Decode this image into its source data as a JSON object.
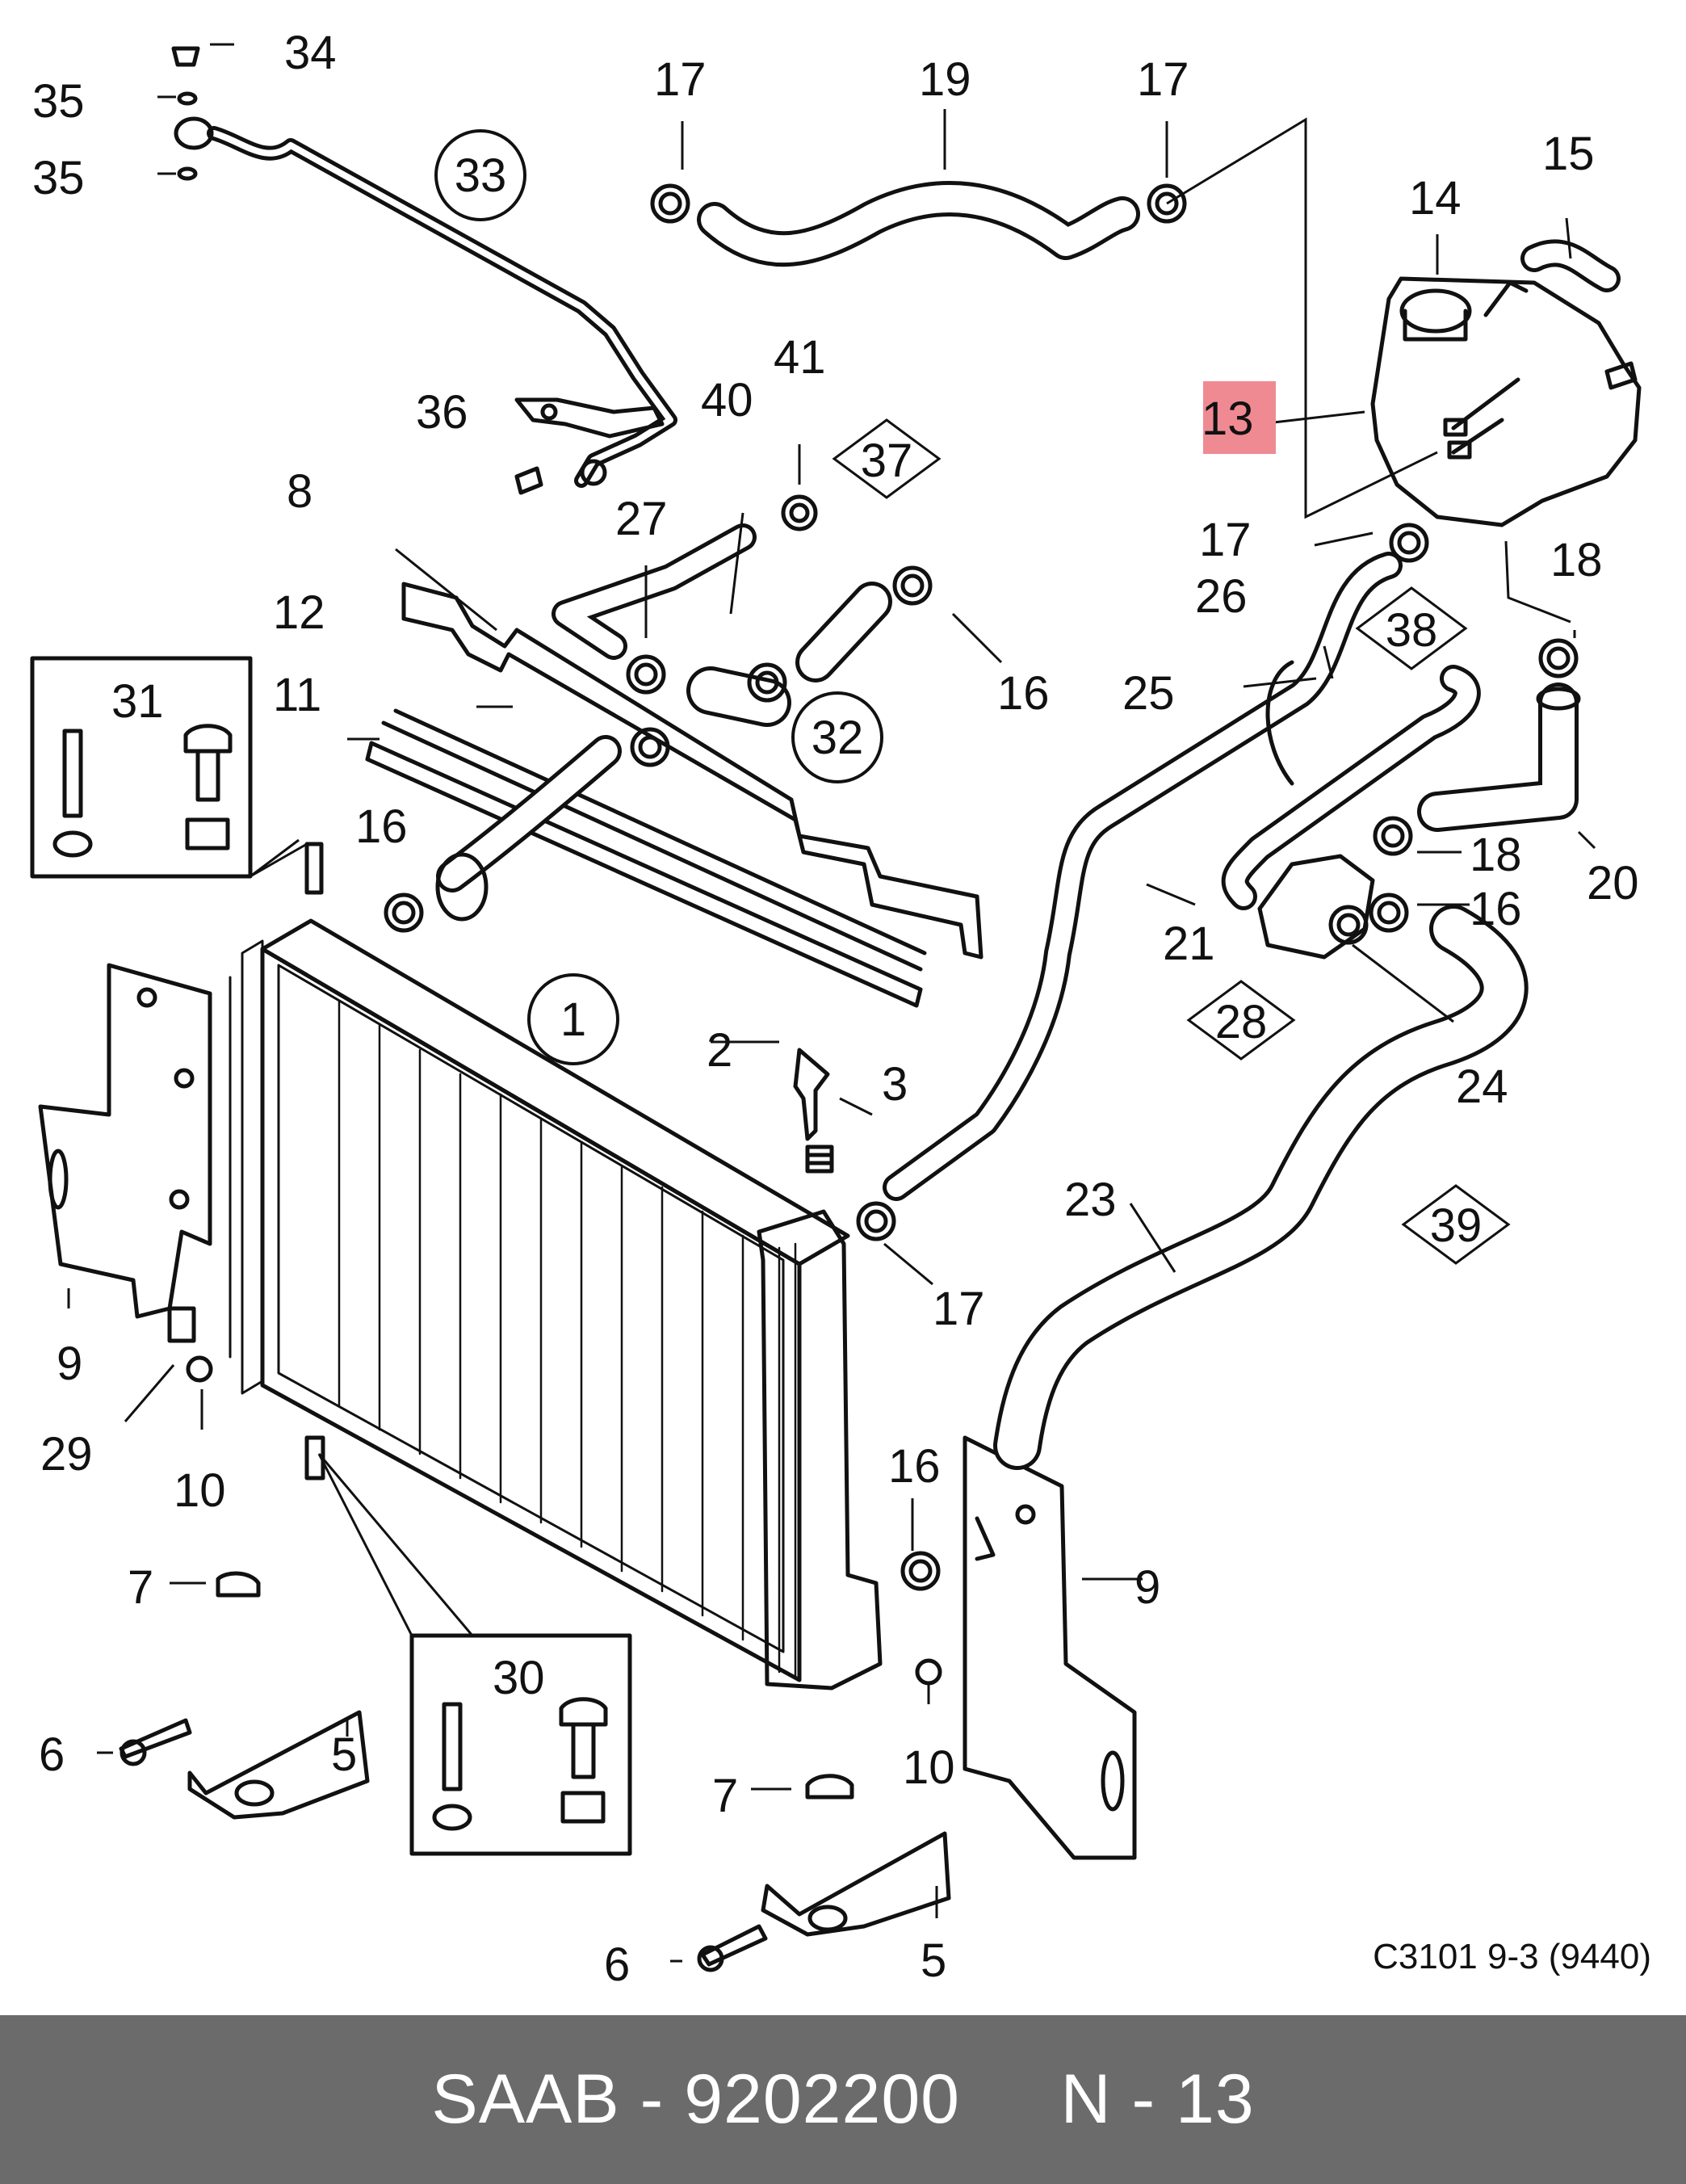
{
  "diagram": {
    "reference_code": "C3101 9-3 (9440)",
    "highlighted_callout": "13",
    "highlight_color": "#ef8a93",
    "callouts": [
      "34",
      "35",
      "35",
      "17",
      "19",
      "17",
      "15",
      "14",
      "33",
      "36",
      "41",
      "40",
      "37",
      "13",
      "17",
      "18",
      "8",
      "27",
      "26",
      "38",
      "25",
      "12",
      "16",
      "11",
      "32",
      "31",
      "16",
      "18",
      "20",
      "21",
      "16",
      "28",
      "1",
      "24",
      "2",
      "3",
      "23",
      "39",
      "9",
      "17",
      "29",
      "10",
      "16",
      "9",
      "7",
      "5",
      "6",
      "30",
      "10",
      "7",
      "6",
      "5"
    ]
  },
  "footer": {
    "text": "SAAB - 9202200     N - 13",
    "background": "#6b6b6b",
    "text_color": "#ffffff"
  }
}
